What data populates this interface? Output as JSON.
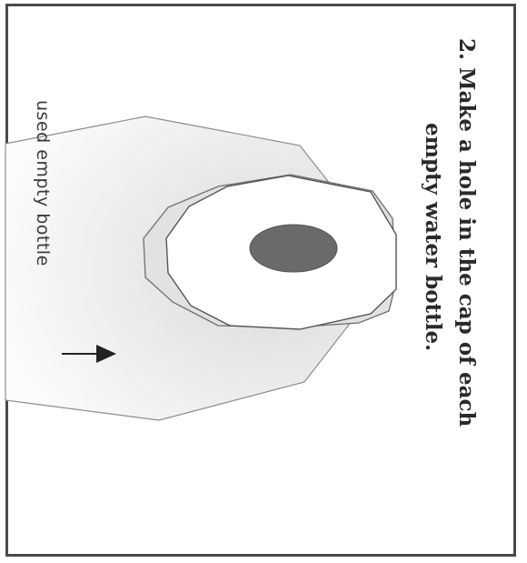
{
  "instruction": {
    "line1": "2. Make a hole in the cap of each",
    "line2": "empty water bottle."
  },
  "label": {
    "text": "used empty bottle"
  },
  "colors": {
    "frame": "#4a4a4a",
    "hole": "#6a6a6a",
    "cap_face": "#ffffff",
    "cap_rim": "#e3e3e3",
    "bottle_shade": "#e6e6e6"
  }
}
